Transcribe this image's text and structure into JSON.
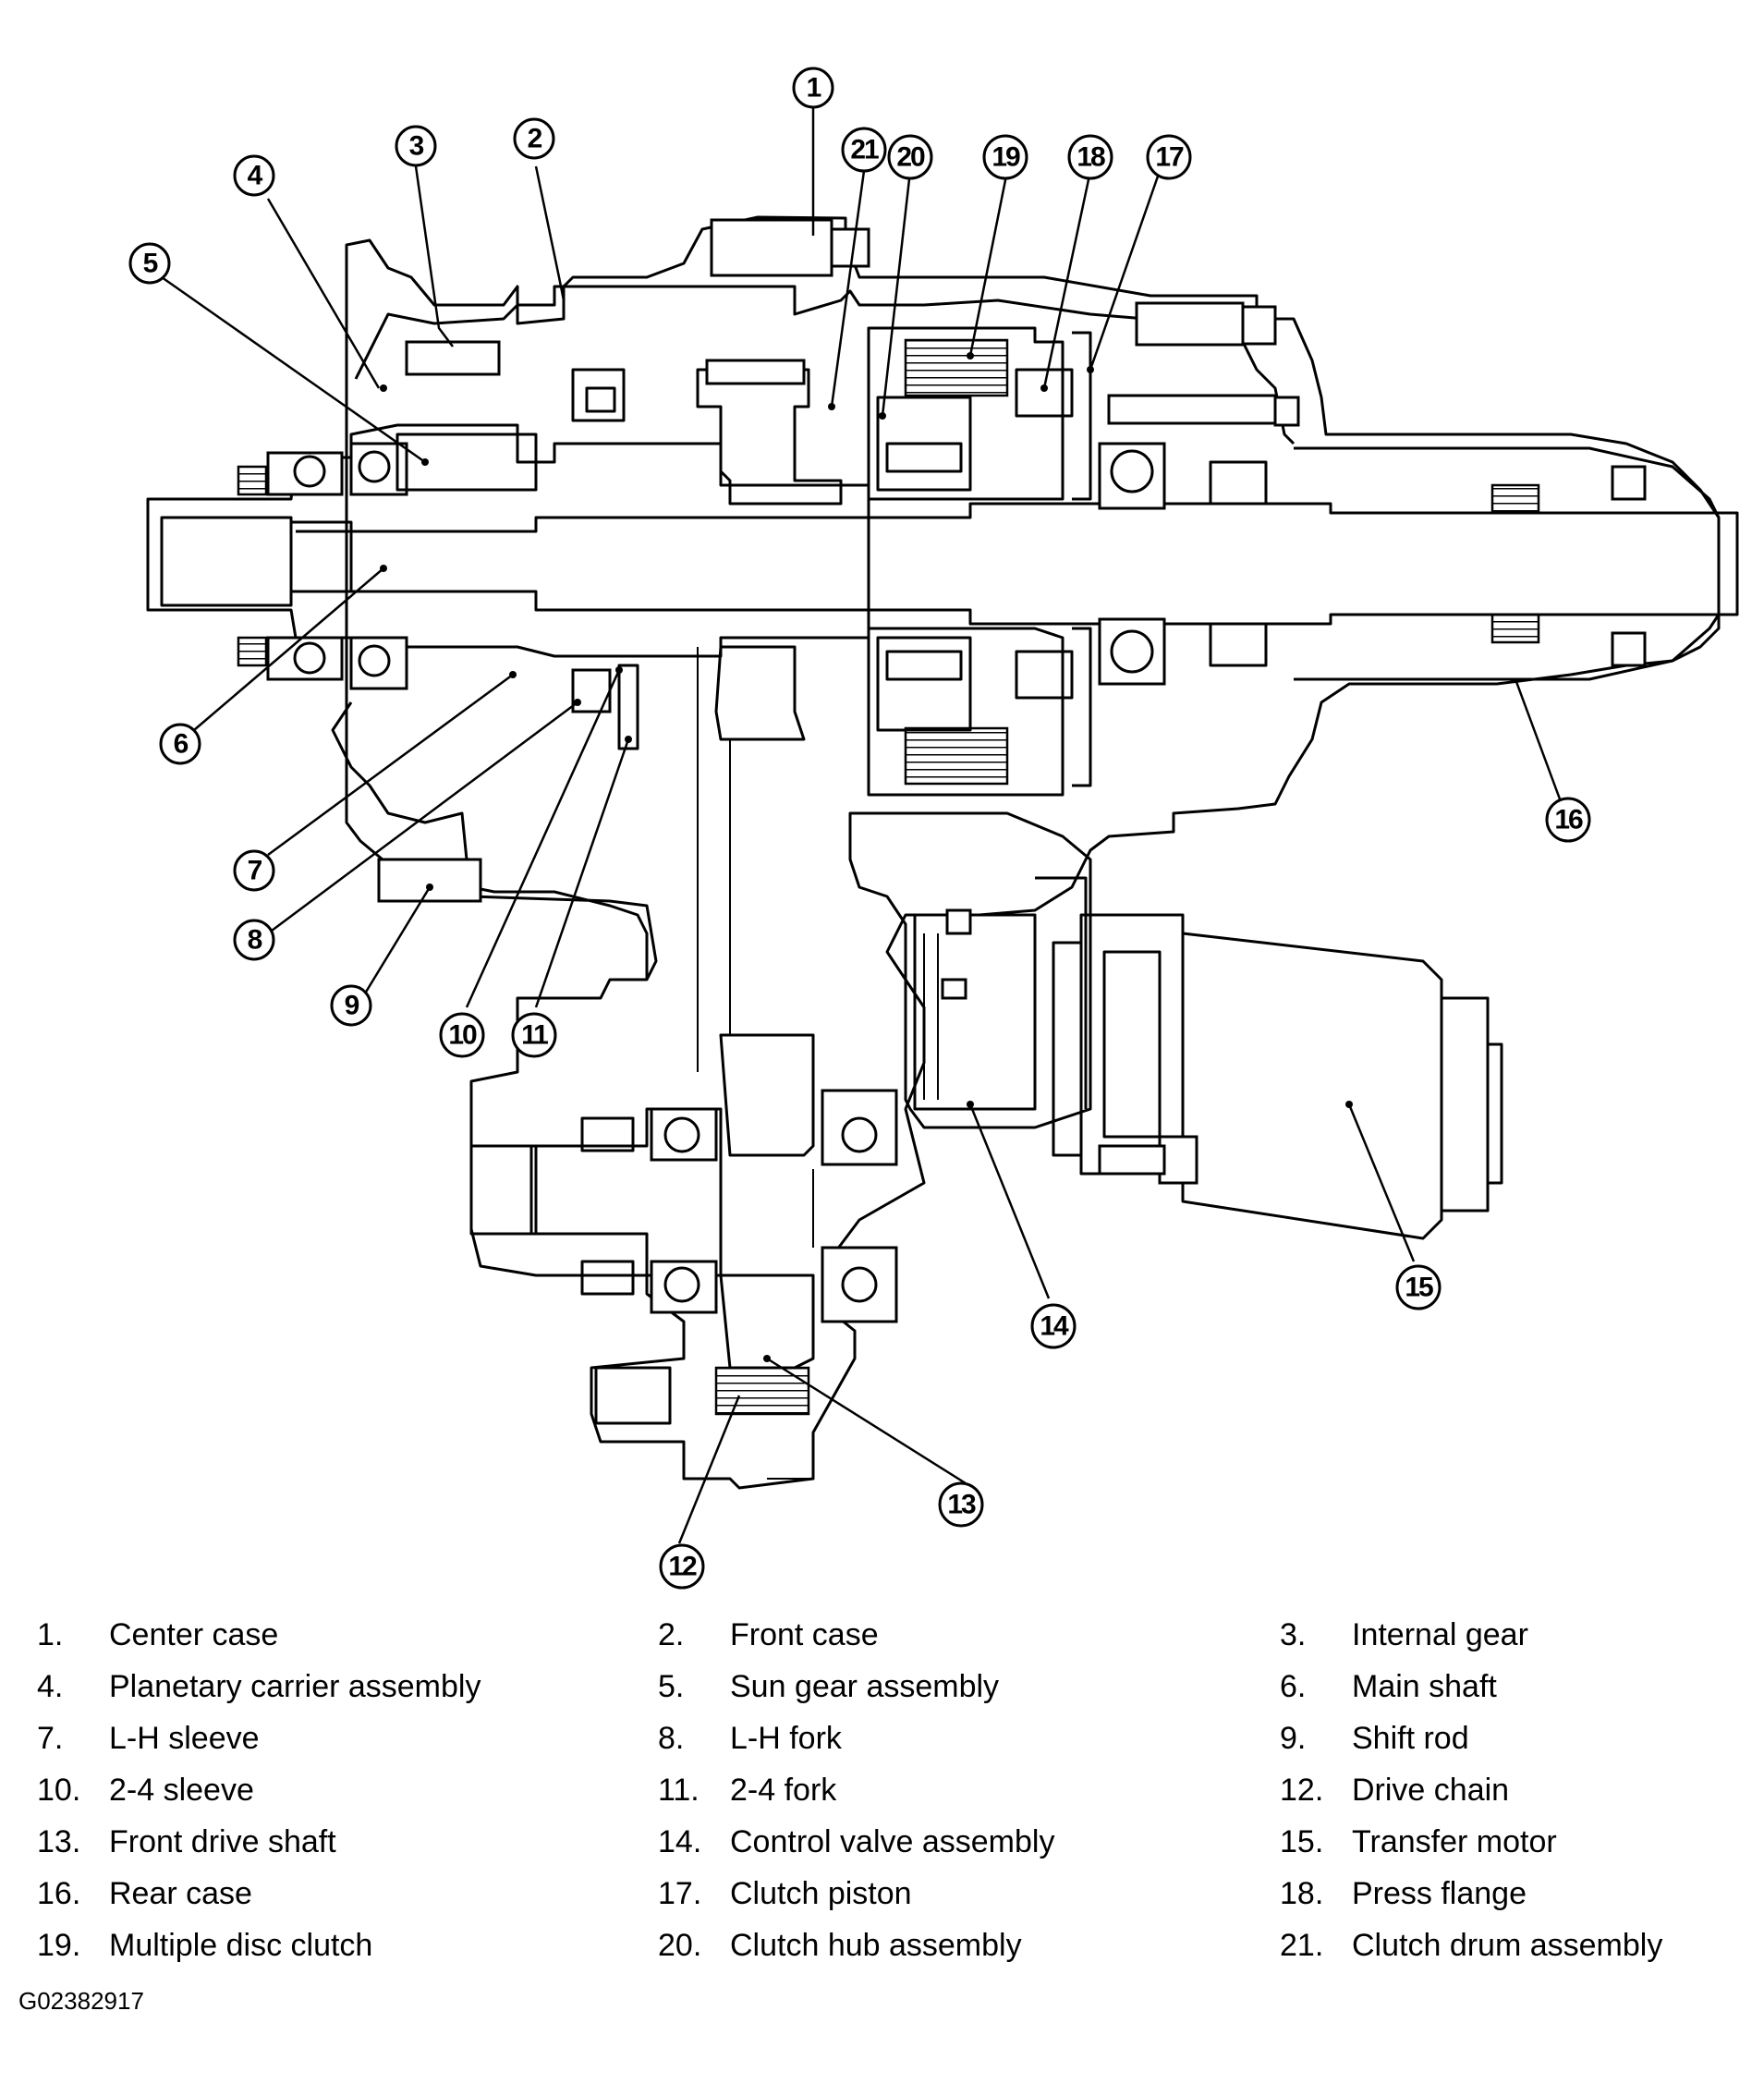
{
  "callouts": [
    "1",
    "2",
    "3",
    "4",
    "5",
    "6",
    "7",
    "8",
    "9",
    "10",
    "11",
    "12",
    "13",
    "14",
    "15",
    "16",
    "17",
    "18",
    "19",
    "20",
    "21"
  ],
  "legend": [
    {
      "num": "1.",
      "label": "Center case"
    },
    {
      "num": "2.",
      "label": "Front case"
    },
    {
      "num": "3.",
      "label": "Internal gear"
    },
    {
      "num": "4.",
      "label": "Planetary carrier assembly"
    },
    {
      "num": "5.",
      "label": "Sun gear assembly"
    },
    {
      "num": "6.",
      "label": "Main shaft"
    },
    {
      "num": "7.",
      "label": "L-H sleeve"
    },
    {
      "num": "8.",
      "label": "L-H fork"
    },
    {
      "num": "9.",
      "label": "Shift rod"
    },
    {
      "num": "10.",
      "label": "2-4 sleeve"
    },
    {
      "num": "11.",
      "label": "2-4 fork"
    },
    {
      "num": "12.",
      "label": "Drive chain"
    },
    {
      "num": "13.",
      "label": "Front drive shaft"
    },
    {
      "num": "14.",
      "label": "Control valve assembly"
    },
    {
      "num": "15.",
      "label": "Transfer motor"
    },
    {
      "num": "16.",
      "label": "Rear case"
    },
    {
      "num": "17.",
      "label": "Clutch piston"
    },
    {
      "num": "18.",
      "label": "Press flange"
    },
    {
      "num": "19.",
      "label": "Multiple disc clutch"
    },
    {
      "num": "20.",
      "label": "Clutch hub assembly"
    },
    {
      "num": "21.",
      "label": "Clutch drum assembly"
    }
  ],
  "figure_id": "G02382917"
}
